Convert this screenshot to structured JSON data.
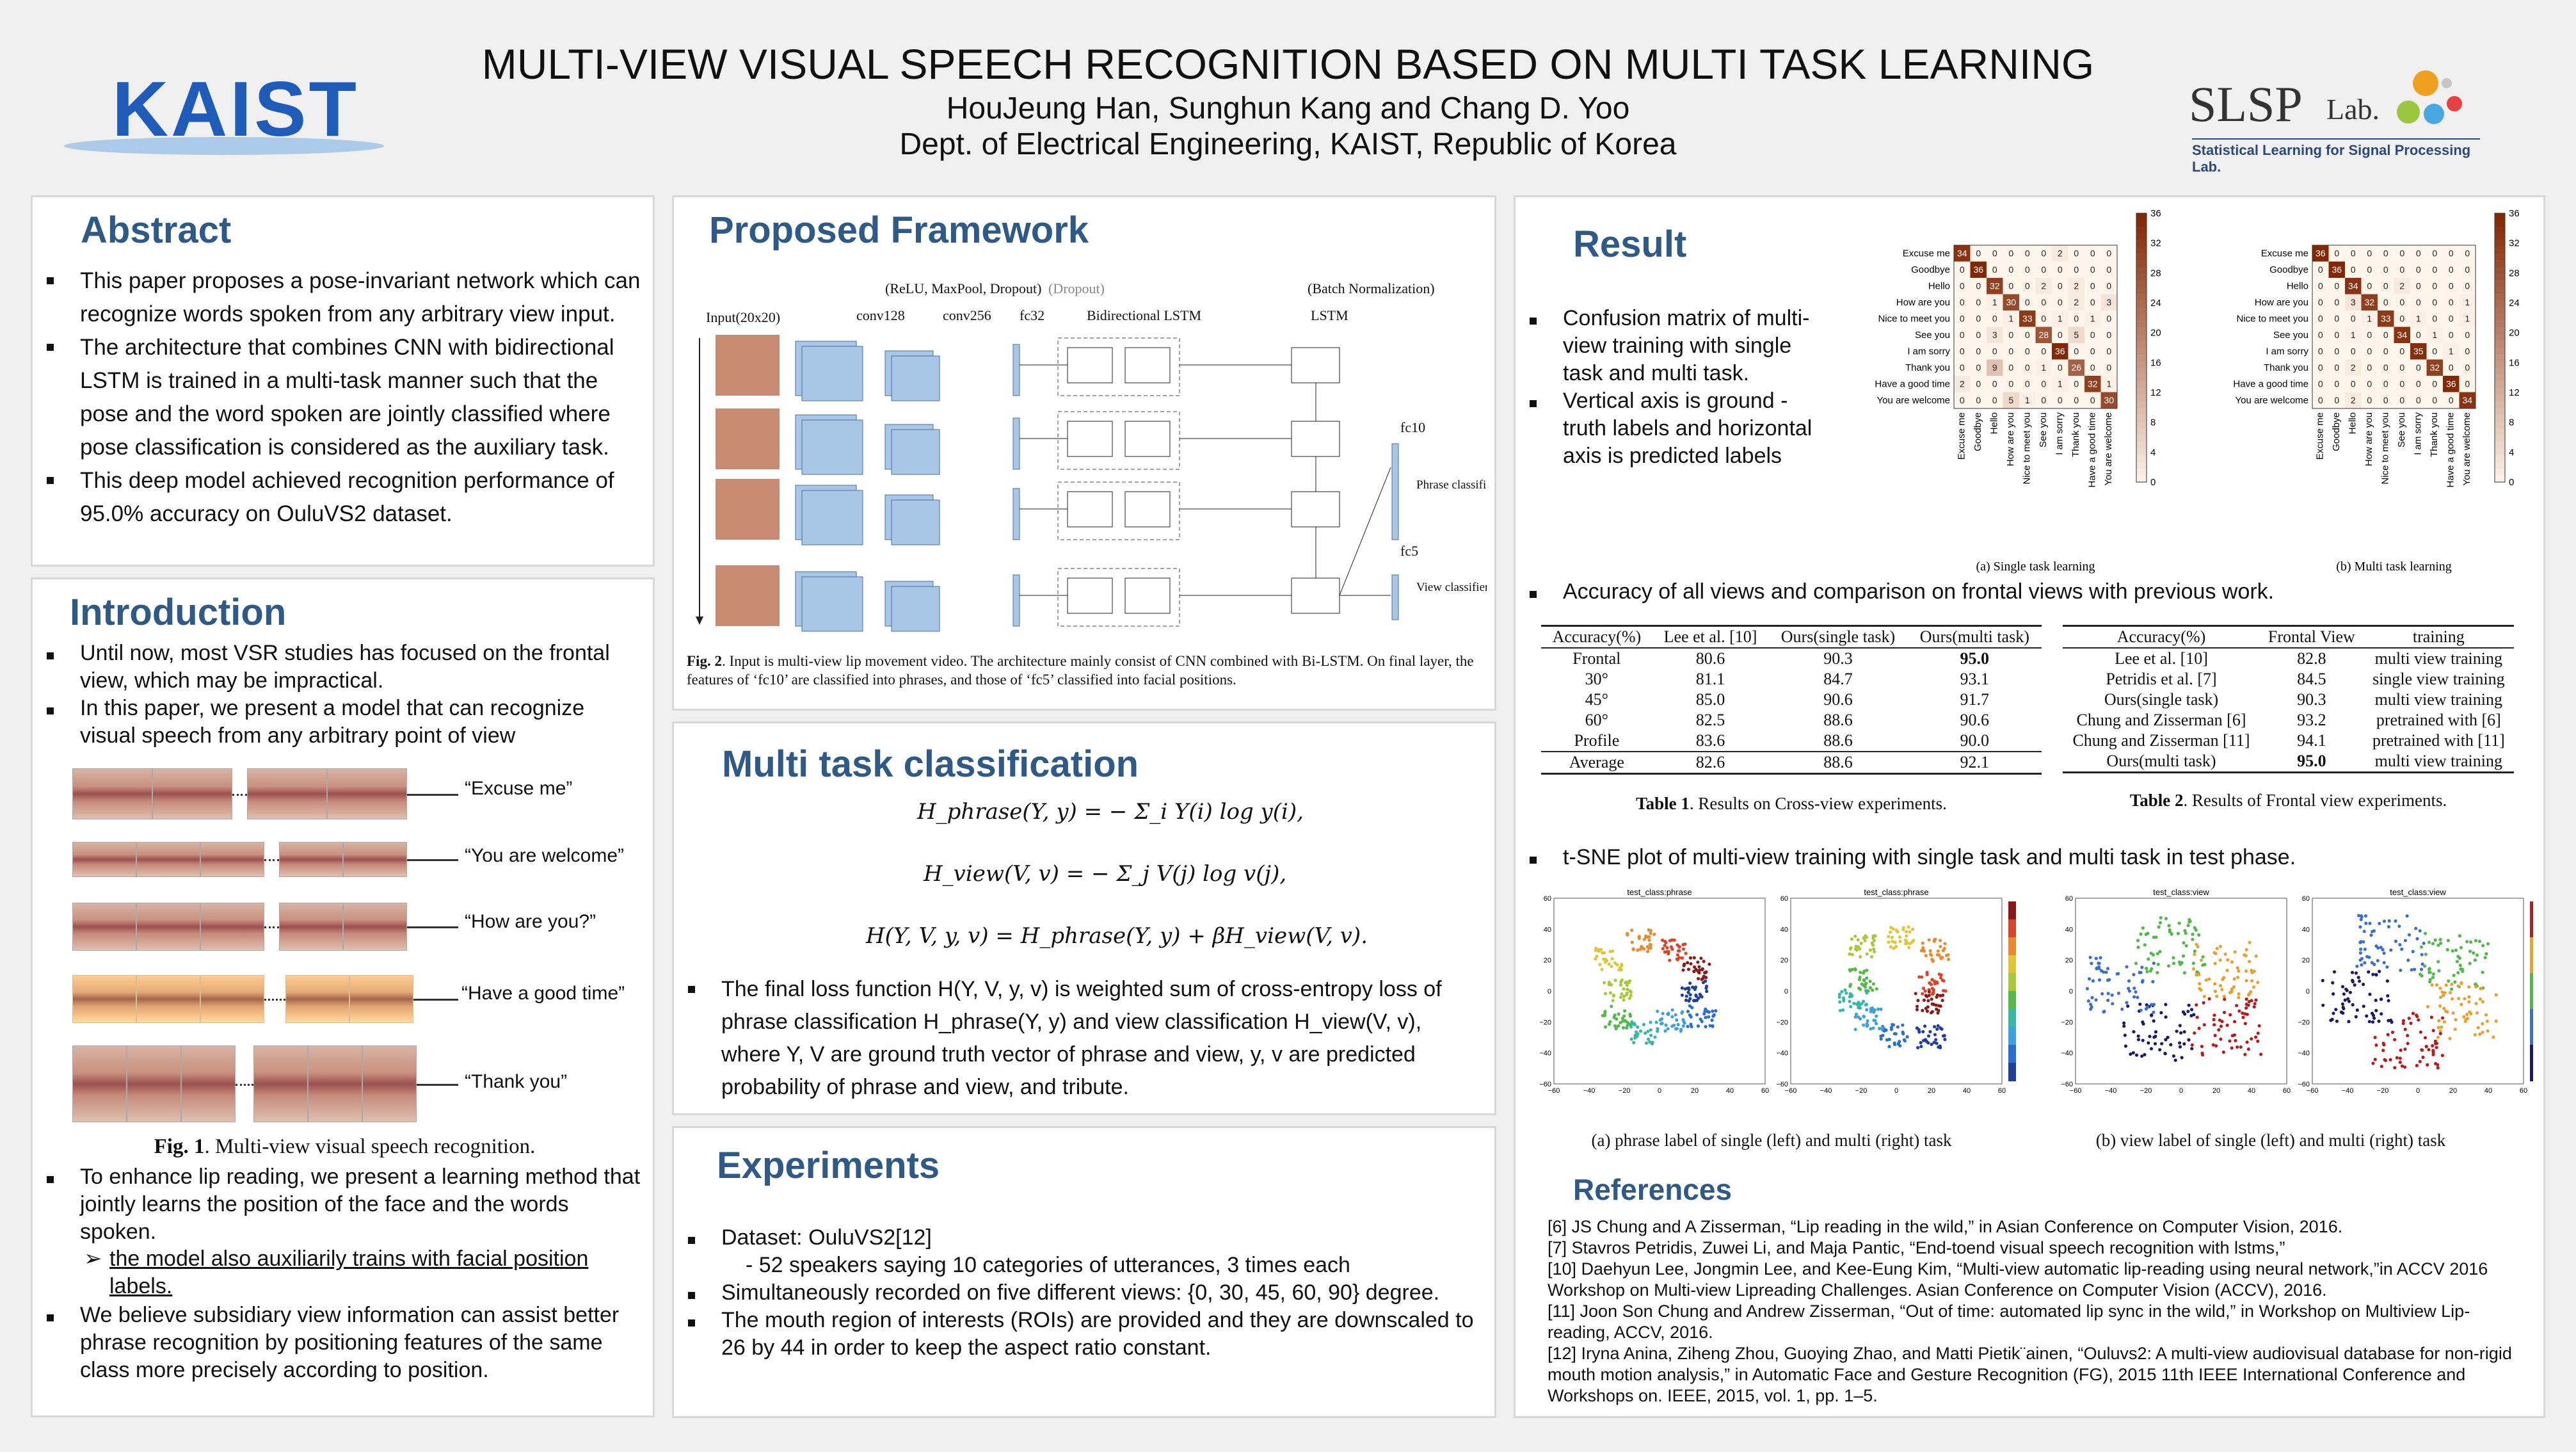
{
  "header": {
    "title": "MULTI-VIEW VISUAL SPEECH RECOGNITION BASED ON MULTI TASK LEARNING",
    "authors": "HouJeung Han, Sunghun Kang and Chang D. Yoo",
    "affiliation": "Dept. of Electrical Engineering, KAIST, Republic of Korea",
    "left_logo": "KAIST",
    "right_logo_main": "SLSP",
    "right_logo_sub": "Lab.",
    "right_logo_caption": "Statistical Learning for Signal Processing Lab."
  },
  "abstract": {
    "heading": "Abstract",
    "bullets": [
      "This paper proposes a pose-invariant network which can recognize words spoken from any arbitrary view input.",
      "The architecture that combines CNN with bidirectional LSTM is trained in a multi-task manner such that the pose and the word spoken are jointly classified where pose classification is considered as the auxiliary task.",
      "This deep model achieved recognition performance of 95.0% accuracy on OuluVS2 dataset."
    ]
  },
  "introduction": {
    "heading": "Introduction",
    "bullets_top": [
      "Until now, most VSR studies has focused on the frontal view, which may be impractical.",
      "In this paper, we present a model that can recognize visual speech from any arbitrary point of view"
    ],
    "figure_phrases": [
      "“Excuse me”",
      "“You are welcome”",
      "“How are you?”",
      "“Have a good time”",
      "“Thank you”"
    ],
    "figure_caption_bold": "Fig. 1",
    "figure_caption": ". Multi-view visual speech recognition.",
    "bullets_bottom": [
      "To enhance lip reading, we present a learning method that jointly learns the position of the face and the words spoken.",
      "We believe subsidiary view information can assist better phrase recognition by positioning features of the same class more precisely according to position."
    ],
    "sub_bullet": "the model also auxiliarily trains with facial position labels."
  },
  "framework": {
    "heading": "Proposed Framework",
    "labels": {
      "relu": "(ReLU, MaxPool, Dropout)",
      "dropout": "(Dropout)",
      "batchnorm": "(Batch Normalization)",
      "input": "Input(20x20)",
      "conv128": "conv128",
      "conv256": "conv256",
      "fc32": "fc32",
      "bilstm": "Bidirectional LSTM",
      "lstm": "LSTM",
      "fc10": "fc10",
      "fc5": "fc5",
      "phrase_classifier": "Phrase classifier",
      "view_classifier": "View classifier"
    },
    "caption_bold": "Fig. 2",
    "caption": ". Input is multi-view lip movement video. The architecture mainly consist of CNN combined with Bi-LSTM. On final layer, the features of ‘fc10’ are classified into phrases, and those of ‘fc5’ classified into facial positions."
  },
  "multitask": {
    "heading": "Multi task classification",
    "eq1": "H_phrase(Y, y) = − Σ_i Y(i) log y(i),",
    "eq2": "H_view(V, v) = − Σ_j V(j) log v(j),",
    "eq3": "H(Y, V, y, v) = H_phrase(Y, y) + βH_view(V, v).",
    "bullet": "The final loss function H(Y, V, y, v) is weighted sum of cross-entropy loss of phrase classification H_phrase(Y, y) and view classification H_view(V, v), where Y, V are ground truth vector of phrase and view, y, v are predicted probability of phrase and view, and tribute."
  },
  "experiments": {
    "heading": "Experiments",
    "bullets": [
      "Dataset: OuluVS2[12]",
      "Simultaneously recorded on five different views: {0, 30, 45, 60, 90} degree.",
      "The mouth region of interests (ROIs) are provided and they are downscaled to 26 by 44 in order to keep the aspect ratio constant."
    ],
    "sub_line": "- 52 speakers saying 10 categories of utterances, 3 times each"
  },
  "result": {
    "heading": "Result",
    "bullets_top": [
      "Confusion matrix of multi-view training with single task and multi task.",
      "Vertical axis is ground -truth labels and horizontal axis is predicted labels"
    ],
    "accuracy_bullet": "Accuracy of all views and comparison on frontal views with previous work.",
    "tsne_bullet": "t-SNE plot of multi-view training with single task and multi task in test phase.",
    "cm_caption_a": "(a) Single task learning",
    "cm_caption_b": "(b) Multi task learning",
    "tsne_caption_a": "(a) phrase label of single (left) and multi (right) task",
    "tsne_caption_b": "(b) view label of single (left) and multi (right) task",
    "tsne_titles": [
      "test_class:phrase",
      "test_class:phrase",
      "test_class:view",
      "test_class:view"
    ]
  },
  "table1": {
    "caption_bold": "Table 1",
    "caption": ". Results on Cross-view experiments.",
    "headers": [
      "Accuracy(%)",
      "Lee et al. [10]",
      "Ours(single task)",
      "Ours(multi task)"
    ],
    "rows": [
      [
        "Frontal",
        "80.6",
        "90.3",
        "95.0"
      ],
      [
        "30°",
        "81.1",
        "84.7",
        "93.1"
      ],
      [
        "45°",
        "85.0",
        "90.6",
        "91.7"
      ],
      [
        "60°",
        "82.5",
        "88.6",
        "90.6"
      ],
      [
        "Profile",
        "83.6",
        "88.6",
        "90.0"
      ],
      [
        "Average",
        "82.6",
        "88.6",
        "92.1"
      ]
    ]
  },
  "table2": {
    "caption_bold": "Table 2",
    "caption": ". Results of Frontal view experiments.",
    "headers": [
      "Accuracy(%)",
      "Frontal View",
      "training"
    ],
    "rows": [
      [
        "Lee et al. [10]",
        "82.8",
        "multi view training"
      ],
      [
        "Petridis et al. [7]",
        "84.5",
        "single view training"
      ],
      [
        "Ours(single task)",
        "90.3",
        "multi view training"
      ],
      [
        "Chung and Zisserman [6]",
        "93.2",
        "pretrained with [6]"
      ],
      [
        "Chung and Zisserman [11]",
        "94.1",
        "pretrained with [11]"
      ],
      [
        "Ours(multi task)",
        "95.0",
        "multi view training"
      ]
    ]
  },
  "confusion": {
    "labels": [
      "Excuse me",
      "Goodbye",
      "Hello",
      "How are you",
      "Nice to meet you",
      "See you",
      "I am sorry",
      "Thank you",
      "Have a good time",
      "You are welcome"
    ],
    "colorbar_ticks": [
      "36",
      "32",
      "28",
      "24",
      "20",
      "16",
      "12",
      "8",
      "4",
      "0"
    ],
    "single": [
      [
        34,
        0,
        0,
        0,
        0,
        0,
        2,
        0,
        0,
        0
      ],
      [
        0,
        36,
        0,
        0,
        0,
        0,
        0,
        0,
        0,
        0
      ],
      [
        0,
        0,
        32,
        0,
        0,
        2,
        0,
        2,
        0,
        0
      ],
      [
        0,
        0,
        1,
        30,
        0,
        0,
        0,
        2,
        0,
        3
      ],
      [
        0,
        0,
        0,
        1,
        33,
        0,
        1,
        0,
        1,
        0
      ],
      [
        0,
        0,
        3,
        0,
        0,
        28,
        0,
        5,
        0,
        0
      ],
      [
        0,
        0,
        0,
        0,
        0,
        0,
        36,
        0,
        0,
        0
      ],
      [
        0,
        0,
        9,
        0,
        0,
        1,
        0,
        26,
        0,
        0
      ],
      [
        2,
        0,
        0,
        0,
        0,
        0,
        1,
        0,
        32,
        1
      ],
      [
        0,
        0,
        0,
        5,
        1,
        0,
        0,
        0,
        0,
        30
      ]
    ],
    "multi": [
      [
        36,
        0,
        0,
        0,
        0,
        0,
        0,
        0,
        0,
        0
      ],
      [
        0,
        36,
        0,
        0,
        0,
        0,
        0,
        0,
        0,
        0
      ],
      [
        0,
        0,
        34,
        0,
        0,
        2,
        0,
        0,
        0,
        0
      ],
      [
        0,
        0,
        3,
        32,
        0,
        0,
        0,
        0,
        0,
        1
      ],
      [
        0,
        0,
        0,
        1,
        33,
        0,
        1,
        0,
        0,
        1
      ],
      [
        0,
        0,
        1,
        0,
        0,
        34,
        0,
        1,
        0,
        0
      ],
      [
        0,
        0,
        0,
        0,
        0,
        0,
        35,
        0,
        1,
        0
      ],
      [
        0,
        0,
        2,
        0,
        0,
        0,
        0,
        32,
        0,
        0
      ],
      [
        0,
        0,
        0,
        0,
        0,
        0,
        0,
        0,
        36,
        0
      ],
      [
        0,
        0,
        2,
        0,
        0,
        0,
        0,
        0,
        0,
        34
      ]
    ]
  },
  "tsne_axis": {
    "x_ticks": [
      "−60",
      "−40",
      "−20",
      "0",
      "20",
      "40",
      "60"
    ],
    "y_ticks": [
      "60",
      "40",
      "20",
      "0",
      "−20",
      "−40",
      "−60"
    ]
  },
  "references": {
    "heading": "References",
    "items": [
      "[6] JS Chung and A Zisserman, “Lip reading in the wild,” in Asian Conference on Computer Vision, 2016.",
      "[7] Stavros Petridis, Zuwei Li, and Maja Pantic, “End-toend visual speech recognition with lstms,”",
      "[10] Daehyun Lee, Jongmin Lee, and Kee-Eung Kim, “Multi-view automatic lip-reading using neural network,”in ACCV 2016 Workshop on Multi-view Lipreading Challenges. Asian Conference on Computer Vision (ACCV), 2016.",
      "[11] Joon Son Chung and Andrew Zisserman, “Out of time: automated lip sync in the wild,” in Workshop on Multiview Lip-reading, ACCV, 2016.",
      "[12] Iryna Anina, Ziheng Zhou, Guoying Zhao, and Matti Pietik¨ainen, “Ouluvs2: A multi-view audiovisual database for non-rigid mouth motion analysis,” in Automatic Face and Gesture Recognition (FG), 2015 11th IEEE International Conference and Workshops on. IEEE, 2015, vol. 1, pp. 1–5."
    ]
  }
}
